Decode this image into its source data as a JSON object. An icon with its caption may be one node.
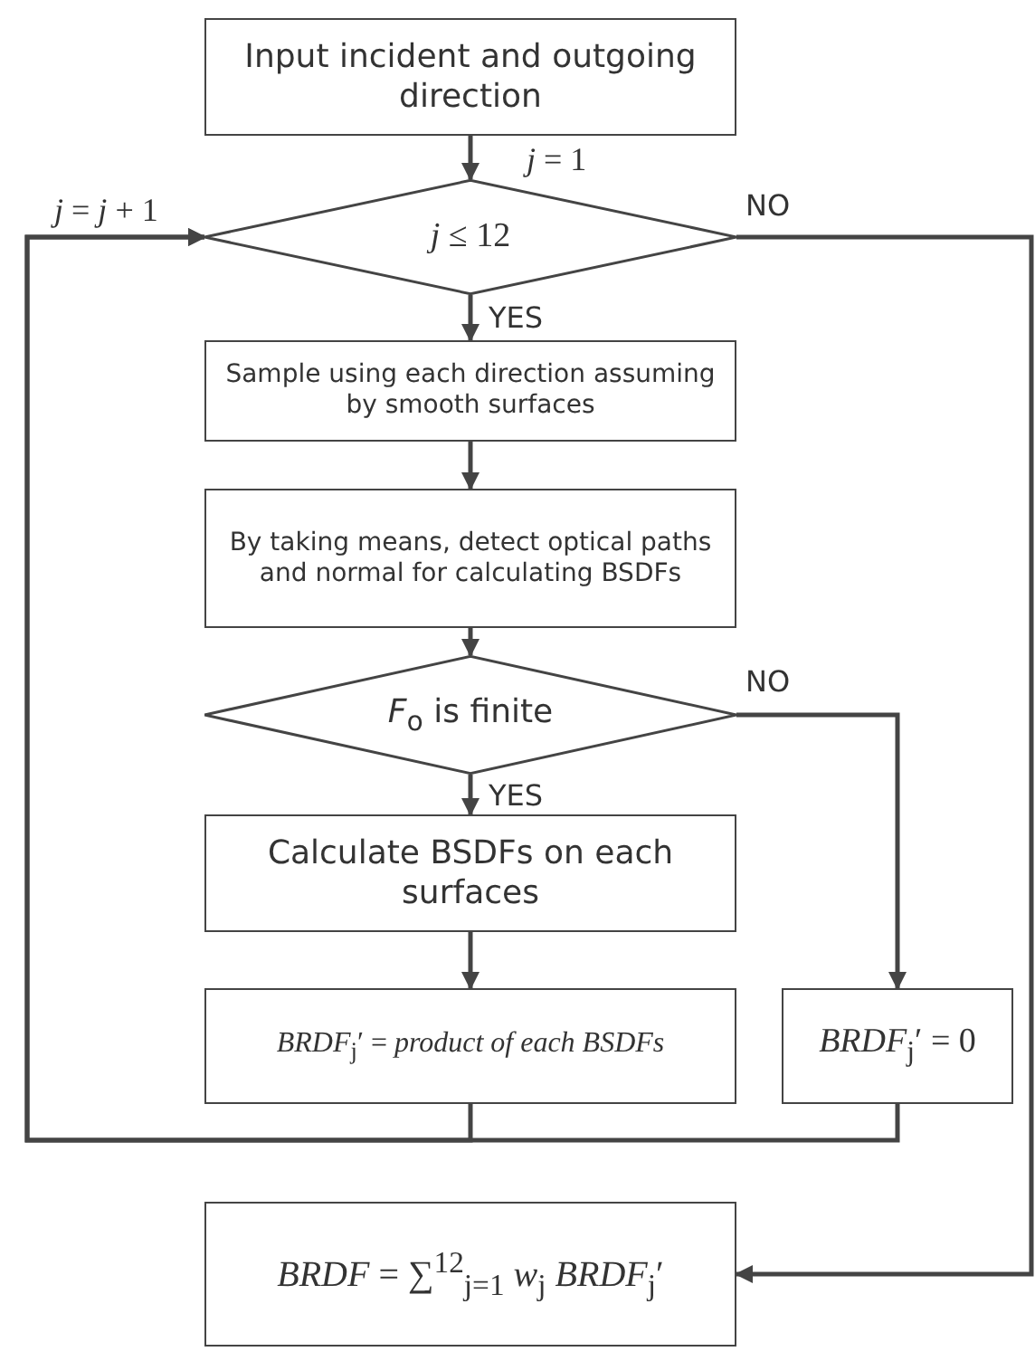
{
  "diagram": {
    "nodes": [
      {
        "text": [
          "Input incident and outgoing direction"
        ]
      },
      {
        "text": [
          "*j* ≤ 12"
        ]
      },
      {
        "text": [
          "Sample using each direction assuming by smooth surfaces"
        ]
      },
      {
        "text": [
          "By taking means, detect optical paths and normal for calculating BSDFs"
        ]
      },
      {
        "text": [
          "*F*$_{o}$ is finite"
        ]
      },
      {
        "text": [
          "Calculate BSDFs on each surfaces"
        ]
      },
      {
        "text": [
          "*BRDF*$_{j}$′ = *product of each BSDFs*"
        ]
      },
      {
        "text": [
          "*BRDF*$_{j}$′ = 0"
        ]
      },
      {
        "text": [
          "*BRDF* = ∑$^{12}$$_{j=1}$ *w*$_{j}$ *BRDF*$_{j}$′"
        ]
      }
    ],
    "edges": [
      {
        "from": 0,
        "to": 1,
        "arrow": "to",
        "label": "*j* = 1"
      },
      {
        "from": 1,
        "to": 2,
        "arrow": "to",
        "label": "YES"
      },
      {
        "from": 1,
        "to": 8,
        "arrow": "to",
        "label": "NO"
      },
      {
        "from": 2,
        "to": 3,
        "arrow": "to"
      },
      {
        "from": 3,
        "to": 4,
        "arrow": "to"
      },
      {
        "from": 4,
        "to": 5,
        "arrow": "to",
        "label": "YES"
      },
      {
        "from": 4,
        "to": 7,
        "arrow": "to",
        "label": "NO"
      },
      {
        "from": 5,
        "to": 6,
        "arrow": "to"
      },
      {
        "from": 6,
        "to": 1,
        "arrow": "to",
        "label": "*j* = *j* + 1"
      },
      {
        "from": 7,
        "to": 1,
        "arrow": "to"
      }
    ]
  }
}
